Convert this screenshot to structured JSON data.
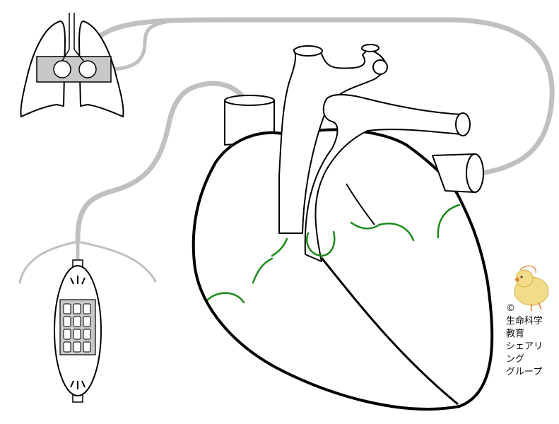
{
  "credit": {
    "copyright_symbol": "©",
    "lines": [
      "生命科学",
      "教育",
      "シェアリ",
      "ング",
      "グループ"
    ]
  },
  "colors": {
    "outline": "#000000",
    "flow_arrow": "#c0c0c0",
    "coronary_vessel": "#1a8a1a",
    "organ_fill": "#c8c8c8",
    "background": "#ffffff"
  },
  "icons": {
    "mascot": "chick-sketch-icon"
  }
}
